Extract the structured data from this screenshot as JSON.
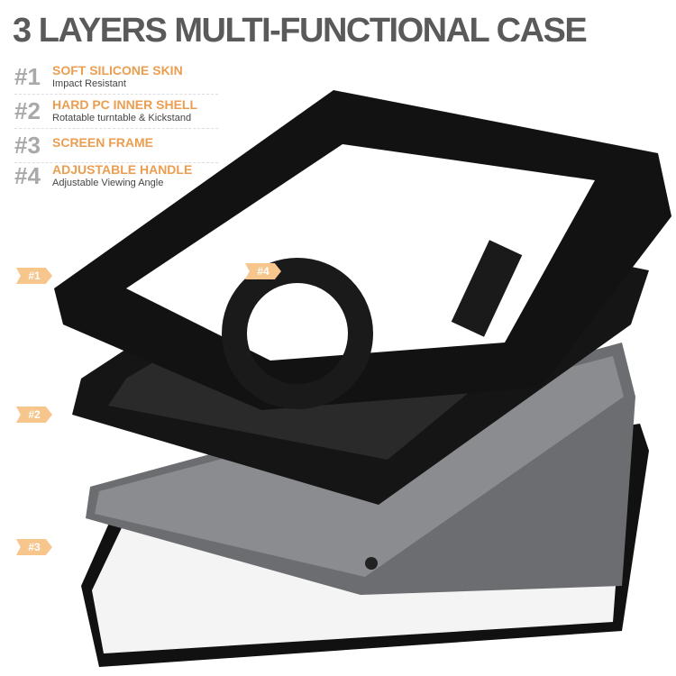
{
  "title": "3 LAYERS MULTI-FUNCTIONAL CASE",
  "features": [
    {
      "num": "#1",
      "heading": "SOFT SILICONE SKIN",
      "sub": "Impact Resistant"
    },
    {
      "num": "#2",
      "heading": "HARD PC INNER SHELL",
      "sub": "Rotatable turntable & Kickstand"
    },
    {
      "num": "#3",
      "heading": "SCREEN FRAME",
      "sub": ""
    },
    {
      "num": "#4",
      "heading": "ADJUSTABLE HANDLE",
      "sub": "Adjustable Viewing Angle"
    }
  ],
  "tags": [
    "#1",
    "#2",
    "#3",
    "#4"
  ],
  "colors": {
    "accent": "#eb9e50",
    "tag": "#f6c68c",
    "case": "#1c1c1c",
    "tablet": "#6b6d70"
  }
}
